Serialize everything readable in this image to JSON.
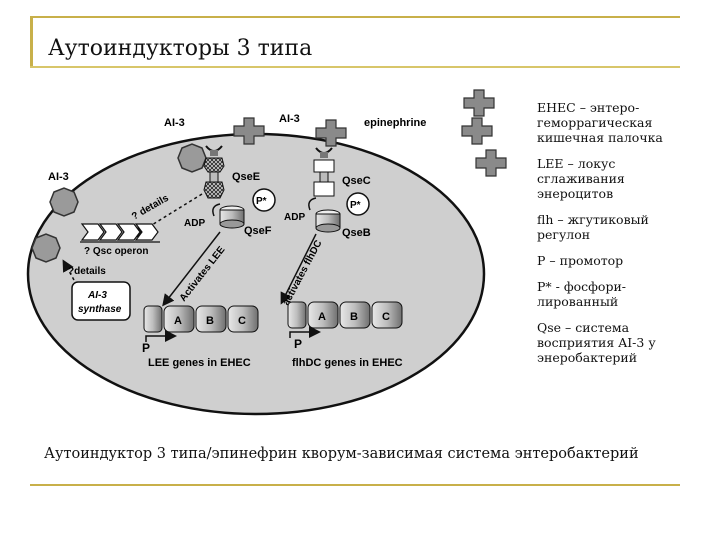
{
  "title": "Аутоиндукторы 3 типа",
  "caption": "Аутоиндуктор 3 типа/эпинефрин кворум-зависимая система энтеробактерий",
  "legend": [
    "EHEC – энтеро-геморрагическая кишечная палочка",
    "LEE – локус сглаживания энероцитов",
    "flh – жгутиковый регулон",
    "P – промотор",
    "P* - фосфори-лированный",
    "Qse – система восприятия AI-3 у энеробактерий"
  ],
  "diagram": {
    "ai3_left": "AI-3",
    "ai3_mid": "AI-3",
    "ai3_top": "AI-3",
    "epinephrine": "epinephrine",
    "qsee": "QseE",
    "qsec": "QseC",
    "qsef": "QseF",
    "qseb": "QseB",
    "pstar_1": "P*",
    "pstar_2": "P*",
    "adp_1": "ADP",
    "adp_2": "ADP",
    "details_1": "? details",
    "details_2": "?details",
    "qsc_operon": "? Qsc operon",
    "synthase_line1": "AI-3",
    "synthase_line2": "synthase",
    "activates_lee": "Activates LEE",
    "activates_flhdc": "activates flhDC",
    "lee_genes": "LEE genes in EHEC",
    "flhdc_genes": "flhDC genes in EHEC",
    "promoter_1": "P",
    "promoter_2": "P",
    "gene_a1": "A",
    "gene_b1": "B",
    "gene_c1": "C",
    "gene_a2": "A",
    "gene_b2": "B",
    "gene_c2": "C"
  }
}
